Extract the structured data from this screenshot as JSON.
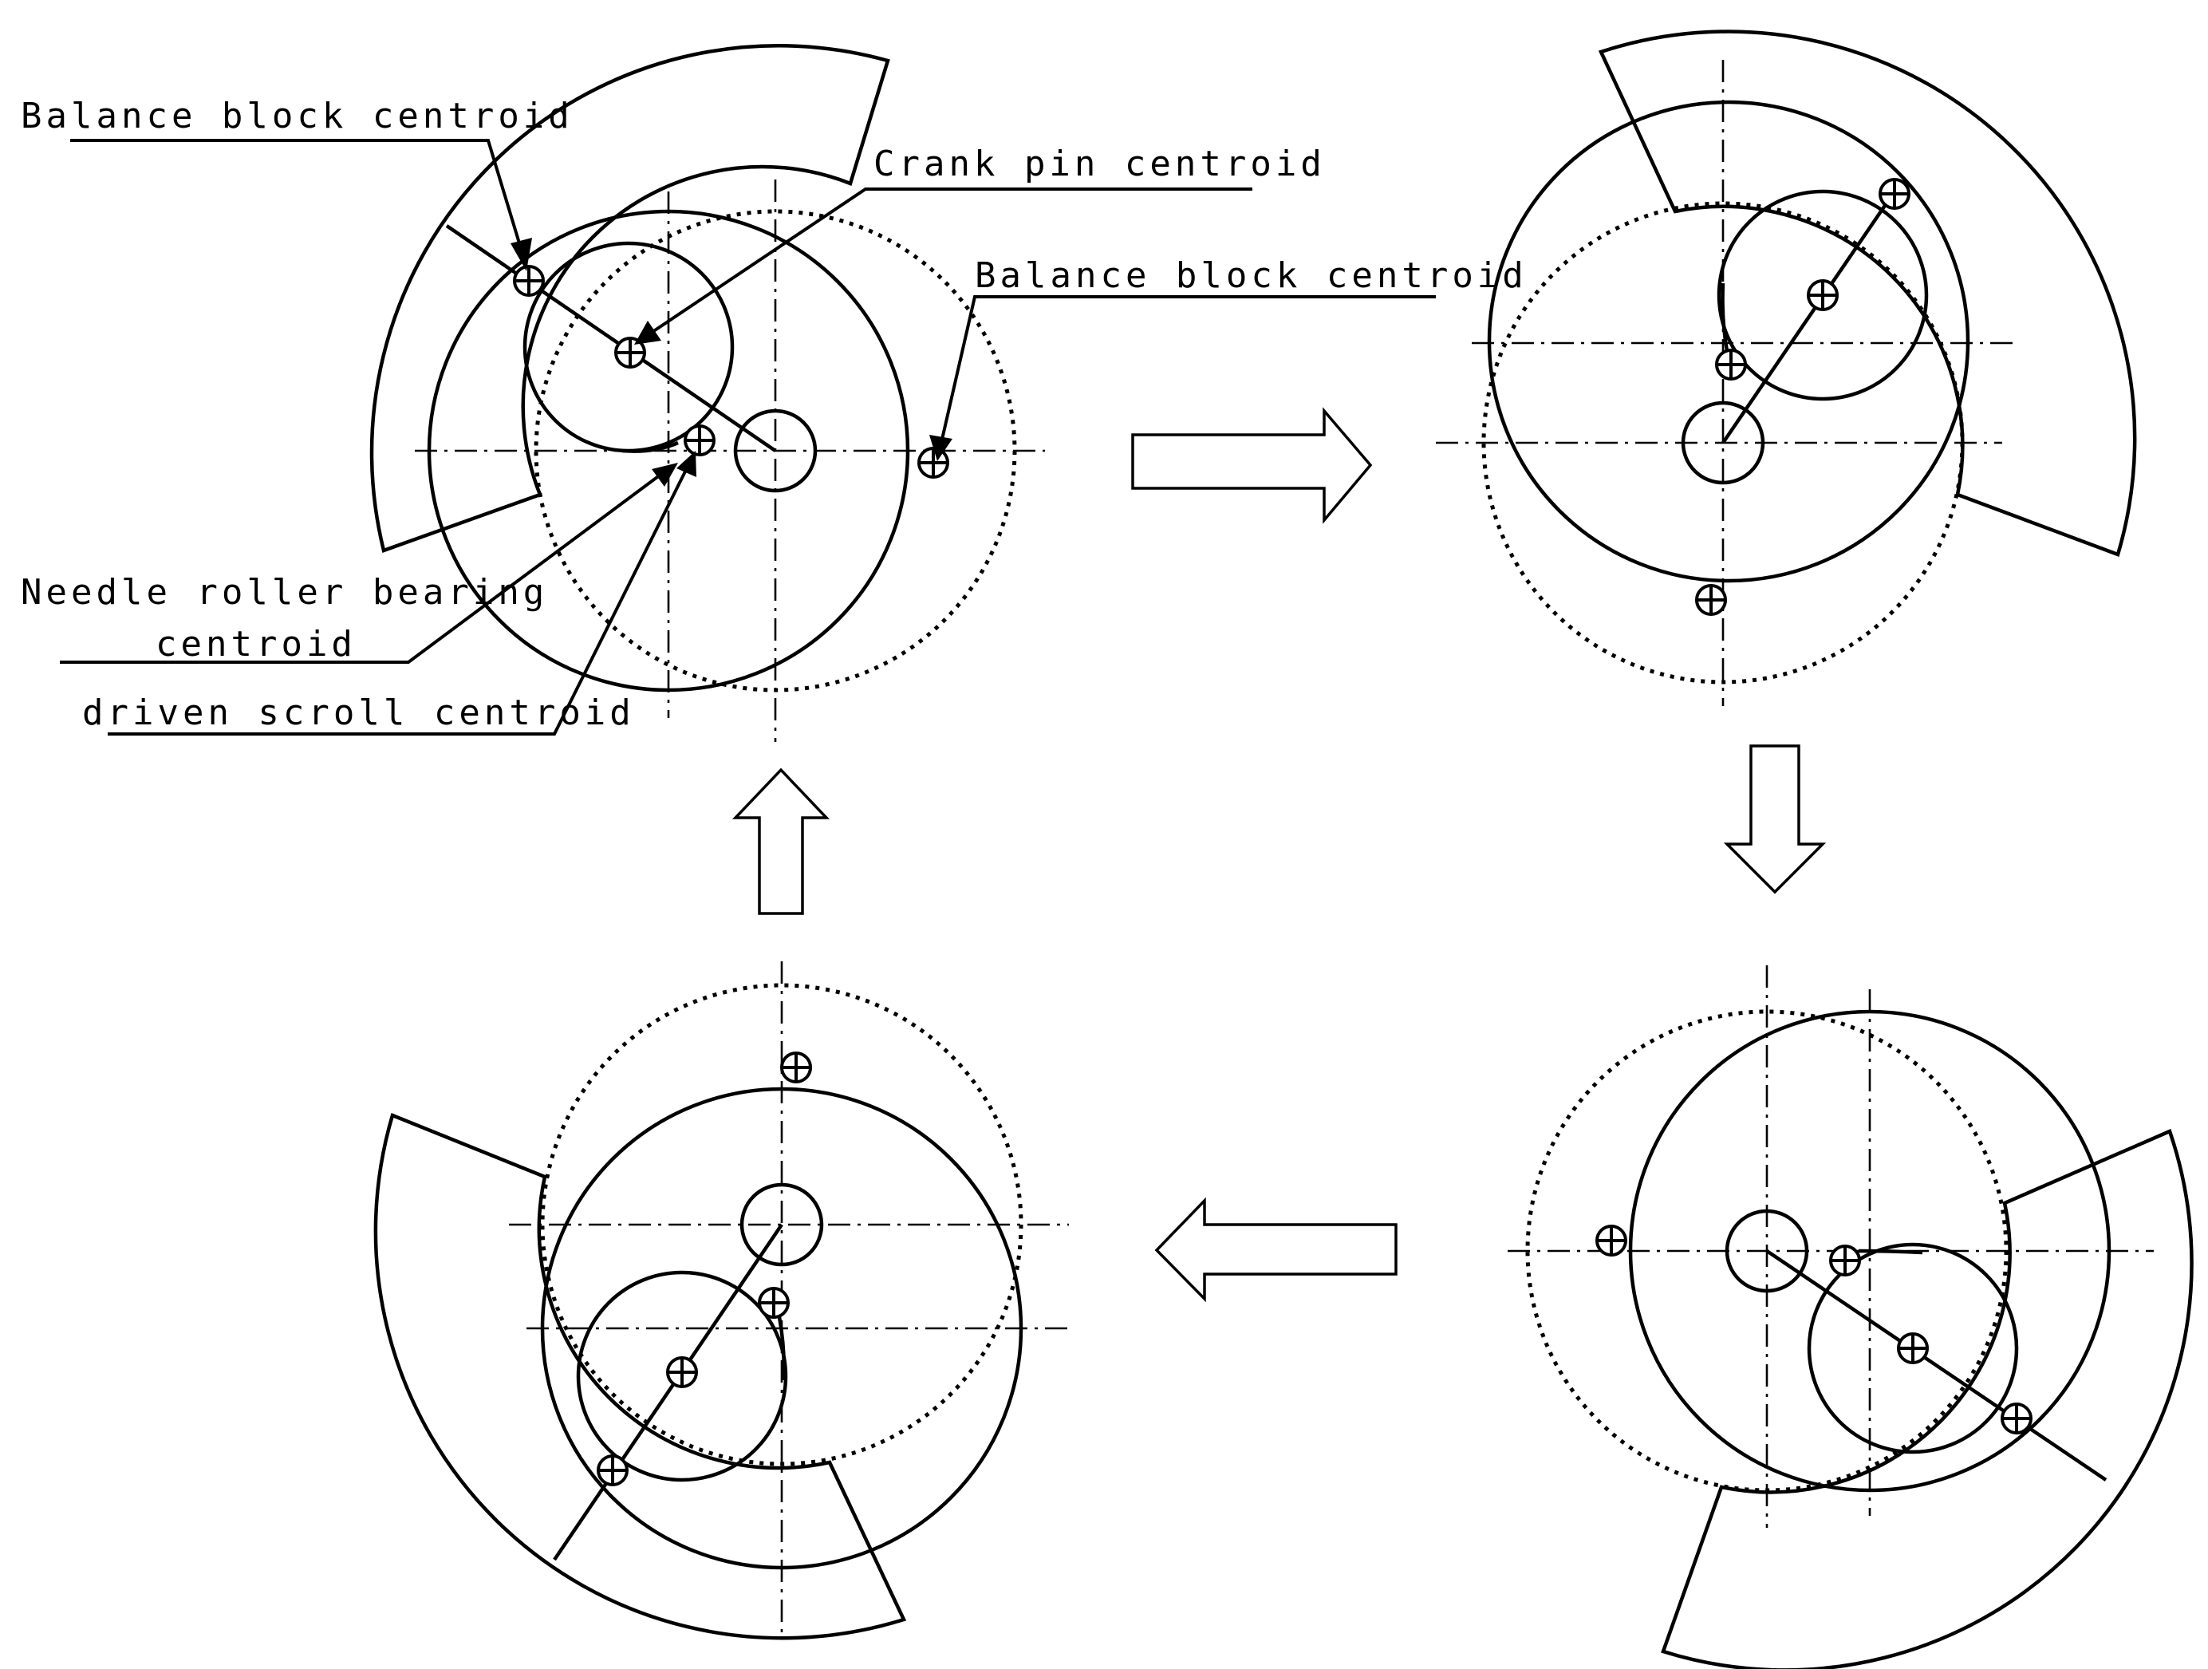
{
  "labels": {
    "balance_block_top": "Balance block centroid",
    "crank_pin": "Crank pin centroid",
    "balance_block_right": "Balance block centroid",
    "needle_line1": "Needle roller bearing",
    "needle_line2": "centroid",
    "driven_scroll": "driven scroll centroid"
  },
  "panels": [
    {
      "position": "top-left",
      "crank_angle_deg": 150
    },
    {
      "position": "top-right",
      "crank_angle_deg": 60
    },
    {
      "position": "bottom-right",
      "crank_angle_deg": -30
    },
    {
      "position": "bottom-left",
      "crank_angle_deg": -120
    }
  ],
  "flow": [
    "top-left",
    "top-right",
    "bottom-right",
    "bottom-left",
    "top-left"
  ],
  "icons": [
    "centroid-marker-icon",
    "arrow-right-icon",
    "arrow-down-icon",
    "arrow-left-icon",
    "arrow-up-icon"
  ]
}
